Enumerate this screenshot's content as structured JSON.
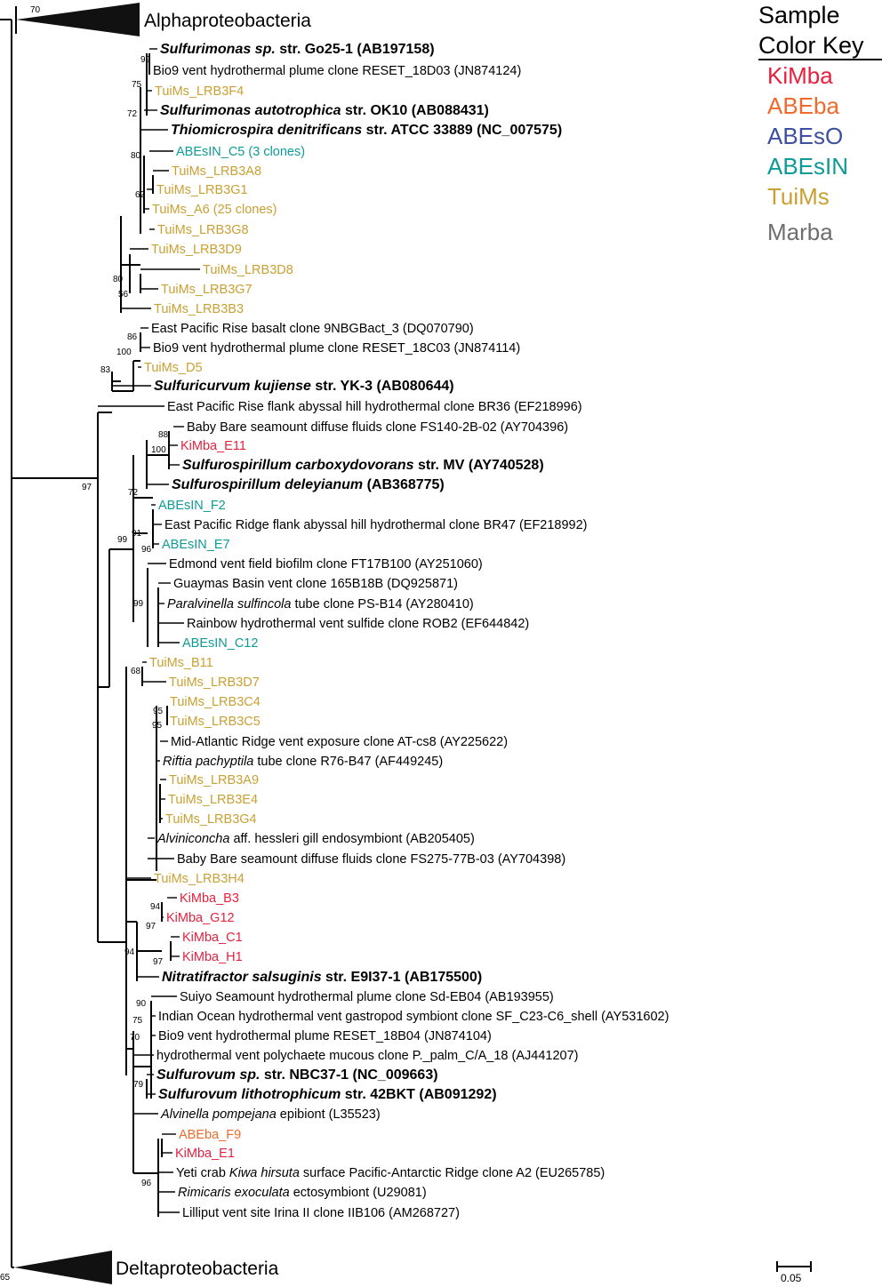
{
  "colors": {
    "KiMba": "#e8203e",
    "ABEba": "#f26a2b",
    "ABEsO": "#3d4fa1",
    "ABEsIN": "#0e9a96",
    "TuiMs": "#c9a033",
    "Marba": "#6e6e6e",
    "ref": "#000000"
  },
  "key": {
    "title_line1": "Sample",
    "title_line2": "Color Key",
    "items": [
      "KiMba",
      "ABEba",
      "ABEsO",
      "ABEsIN",
      "TuiMs",
      "Marba"
    ]
  },
  "scale": {
    "label": "0.05"
  },
  "groups": {
    "alpha": "Alphaproteobacteria",
    "delta": "Deltaproteobacteria"
  },
  "support": {
    "b70": "70",
    "b65": "65",
    "b97": "97",
    "b99a": "99",
    "b75": "75",
    "b72a": "72",
    "b80a": "80",
    "b62": "62",
    "b80b": "80",
    "b56": "56",
    "b86": "86",
    "b100a": "100",
    "b83": "83",
    "b88": "88",
    "b100b": "100",
    "b72b": "72",
    "b99b": "99",
    "b91": "91",
    "b96a": "96",
    "b99c": "99",
    "b68": "68",
    "b95a": "95",
    "b95b": "95",
    "b94a": "94",
    "b97b": "97",
    "b97c": "97",
    "b94b": "94",
    "b90": "90",
    "b75b": "75",
    "b70b": "70",
    "b79": "79",
    "b96b": "96"
  },
  "taxa": [
    {
      "id": "t1",
      "cat": "ref",
      "bold": true,
      "parts": [
        {
          "t": "Sulfurimonas sp.",
          "i": true
        },
        {
          "t": " str. Go25-1 (AB197158)"
        }
      ]
    },
    {
      "id": "t2",
      "cat": "ref",
      "parts": [
        {
          "t": "Bio9 vent hydrothermal plume clone RESET_18D03 (JN874124)"
        }
      ]
    },
    {
      "id": "t3",
      "cat": "TuiMs",
      "parts": [
        {
          "t": "TuiMs_LRB3F4"
        }
      ]
    },
    {
      "id": "t4",
      "cat": "ref",
      "bold": true,
      "parts": [
        {
          "t": "Sulfurimonas autotrophica",
          "i": true
        },
        {
          "t": " str. OK10 (AB088431)"
        }
      ]
    },
    {
      "id": "t5",
      "cat": "ref",
      "bold": true,
      "parts": [
        {
          "t": "Thiomicrospira denitrificans",
          "i": true
        },
        {
          "t": " str. ATCC 33889 (NC_007575)"
        }
      ]
    },
    {
      "id": "t6",
      "cat": "ABEsIN",
      "parts": [
        {
          "t": "ABEsIN_C5 (3 clones)"
        }
      ]
    },
    {
      "id": "t7",
      "cat": "TuiMs",
      "parts": [
        {
          "t": "TuiMs_LRB3A8"
        }
      ]
    },
    {
      "id": "t8",
      "cat": "TuiMs",
      "parts": [
        {
          "t": "TuiMs_LRB3G1"
        }
      ]
    },
    {
      "id": "t9",
      "cat": "TuiMs",
      "parts": [
        {
          "t": "TuiMs_A6 (25 clones)"
        }
      ]
    },
    {
      "id": "t10",
      "cat": "TuiMs",
      "parts": [
        {
          "t": "TuiMs_LRB3G8"
        }
      ]
    },
    {
      "id": "t11",
      "cat": "TuiMs",
      "parts": [
        {
          "t": "TuiMs_LRB3D9"
        }
      ]
    },
    {
      "id": "t12",
      "cat": "TuiMs",
      "parts": [
        {
          "t": "TuiMs_LRB3D8"
        }
      ]
    },
    {
      "id": "t13",
      "cat": "TuiMs",
      "parts": [
        {
          "t": "TuiMs_LRB3G7"
        }
      ]
    },
    {
      "id": "t14",
      "cat": "TuiMs",
      "parts": [
        {
          "t": "TuiMs_LRB3B3"
        }
      ]
    },
    {
      "id": "t15",
      "cat": "ref",
      "parts": [
        {
          "t": "East Pacific Rise basalt clone 9NBGBact_3 (DQ070790)"
        }
      ]
    },
    {
      "id": "t16",
      "cat": "ref",
      "parts": [
        {
          "t": "Bio9 vent hydrothermal plume clone RESET_18C03 (JN874114)"
        }
      ]
    },
    {
      "id": "t17",
      "cat": "TuiMs",
      "parts": [
        {
          "t": "TuiMs_D5"
        }
      ]
    },
    {
      "id": "t18",
      "cat": "ref",
      "bold": true,
      "parts": [
        {
          "t": "Sulfuricurvum kujiense",
          "i": true
        },
        {
          "t": " str. YK-3 (AB080644)"
        }
      ]
    },
    {
      "id": "t19",
      "cat": "ref",
      "parts": [
        {
          "t": "East Pacific Rise flank abyssal hill hydrothermal clone BR36 (EF218996)"
        }
      ]
    },
    {
      "id": "t20",
      "cat": "ref",
      "parts": [
        {
          "t": "Baby Bare seamount diffuse fluids clone FS140-2B-02 (AY704396)"
        }
      ]
    },
    {
      "id": "t21",
      "cat": "KiMba",
      "parts": [
        {
          "t": "KiMba_E11"
        }
      ]
    },
    {
      "id": "t22",
      "cat": "ref",
      "bold": true,
      "parts": [
        {
          "t": "Sulfurospirillum carboxydovorans",
          "i": true
        },
        {
          "t": " str. MV (AY740528)"
        }
      ]
    },
    {
      "id": "t23",
      "cat": "ref",
      "bold": true,
      "parts": [
        {
          "t": "Sulfurospirillum deleyianum",
          "i": true
        },
        {
          "t": " (AB368775)"
        }
      ]
    },
    {
      "id": "t24",
      "cat": "ABEsIN",
      "parts": [
        {
          "t": "ABEsIN_F2"
        }
      ]
    },
    {
      "id": "t25",
      "cat": "ref",
      "parts": [
        {
          "t": "East Pacific Ridge flank abyssal hill hydrothermal clone BR47 (EF218992)"
        }
      ]
    },
    {
      "id": "t26",
      "cat": "ABEsIN",
      "parts": [
        {
          "t": "ABEsIN_E7"
        }
      ]
    },
    {
      "id": "t27",
      "cat": "ref",
      "parts": [
        {
          "t": "Edmond vent field biofilm clone FT17B100 (AY251060)"
        }
      ]
    },
    {
      "id": "t28",
      "cat": "ref",
      "parts": [
        {
          "t": "Guaymas Basin vent clone 165B18B (DQ925871)"
        }
      ]
    },
    {
      "id": "t29",
      "cat": "ref",
      "parts": [
        {
          "t": "Paralvinella sulfincola",
          "i": true
        },
        {
          "t": " tube clone PS-B14 (AY280410)"
        }
      ]
    },
    {
      "id": "t30",
      "cat": "ref",
      "parts": [
        {
          "t": "Rainbow hydrothermal vent sulfide clone ROB2 (EF644842)"
        }
      ]
    },
    {
      "id": "t31",
      "cat": "ABEsIN",
      "parts": [
        {
          "t": "ABEsIN_C12"
        }
      ]
    },
    {
      "id": "t32",
      "cat": "TuiMs",
      "parts": [
        {
          "t": "TuiMs_B11"
        }
      ]
    },
    {
      "id": "t33",
      "cat": "TuiMs",
      "parts": [
        {
          "t": "TuiMs_LRB3D7"
        }
      ]
    },
    {
      "id": "t34",
      "cat": "TuiMs",
      "parts": [
        {
          "t": "TuiMs_LRB3C4"
        }
      ]
    },
    {
      "id": "t35",
      "cat": "TuiMs",
      "parts": [
        {
          "t": "TuiMs_LRB3C5"
        }
      ]
    },
    {
      "id": "t36",
      "cat": "ref",
      "parts": [
        {
          "t": "Mid-Atlantic Ridge vent  exposure clone AT-cs8 (AY225622)"
        }
      ]
    },
    {
      "id": "t37",
      "cat": "ref",
      "parts": [
        {
          "t": "Riftia pachyptila",
          "i": true
        },
        {
          "t": " tube clone R76-B47 (AF449245)"
        }
      ]
    },
    {
      "id": "t38",
      "cat": "TuiMs",
      "parts": [
        {
          "t": "TuiMs_LRB3A9"
        }
      ]
    },
    {
      "id": "t39",
      "cat": "TuiMs",
      "parts": [
        {
          "t": "TuiMs_LRB3E4"
        }
      ]
    },
    {
      "id": "t40",
      "cat": "TuiMs",
      "parts": [
        {
          "t": "TuiMs_LRB3G4"
        }
      ]
    },
    {
      "id": "t41",
      "cat": "ref",
      "parts": [
        {
          "t": "Alviniconcha",
          "i": true
        },
        {
          "t": " aff. hessleri gill endosymbiont (AB205405)"
        }
      ]
    },
    {
      "id": "t42",
      "cat": "ref",
      "parts": [
        {
          "t": "Baby Bare seamount diffuse fluids clone FS275-77B-03 (AY704398)"
        }
      ]
    },
    {
      "id": "t43",
      "cat": "TuiMs",
      "parts": [
        {
          "t": "TuiMs_LRB3H4"
        }
      ]
    },
    {
      "id": "t44",
      "cat": "KiMba",
      "parts": [
        {
          "t": "KiMba_B3"
        }
      ]
    },
    {
      "id": "t45",
      "cat": "KiMba",
      "parts": [
        {
          "t": "KiMba_G12"
        }
      ]
    },
    {
      "id": "t46",
      "cat": "KiMba",
      "parts": [
        {
          "t": "KiMba_C1"
        }
      ]
    },
    {
      "id": "t47",
      "cat": "KiMba",
      "parts": [
        {
          "t": "KiMba_H1"
        }
      ]
    },
    {
      "id": "t48",
      "cat": "ref",
      "bold": true,
      "parts": [
        {
          "t": "Nitratifractor salsuginis",
          "i": true
        },
        {
          "t": " str. E9I37-1 (AB175500)"
        }
      ]
    },
    {
      "id": "t49",
      "cat": "ref",
      "parts": [
        {
          "t": "Suiyo Seamount hydrothermal plume clone Sd-EB04 (AB193955)"
        }
      ]
    },
    {
      "id": "t50",
      "cat": "ref",
      "parts": [
        {
          "t": "Indian Ocean hydrothermal vent gastropod symbiont clone SF_C23-C6_shell (AY531602)"
        }
      ]
    },
    {
      "id": "t51",
      "cat": "ref",
      "parts": [
        {
          "t": "Bio9 vent hydrothermal plume RESET_18B04 (JN874104)"
        }
      ]
    },
    {
      "id": "t52",
      "cat": "ref",
      "parts": [
        {
          "t": "hydrothermal vent polychaete mucous clone P._palm_C/A_18 (AJ441207)"
        }
      ]
    },
    {
      "id": "t53",
      "cat": "ref",
      "bold": true,
      "parts": [
        {
          "t": "Sulfurovum sp.",
          "i": true
        },
        {
          "t": " str. NBC37-1 (NC_009663)"
        }
      ]
    },
    {
      "id": "t54",
      "cat": "ref",
      "bold": true,
      "parts": [
        {
          "t": "Sulfurovum lithotrophicum",
          "i": true
        },
        {
          "t": " str. 42BKT (AB091292)"
        }
      ]
    },
    {
      "id": "t55",
      "cat": "ref",
      "parts": [
        {
          "t": "Alvinella pompejana",
          "i": true
        },
        {
          "t": " epibiont (L35523)"
        }
      ]
    },
    {
      "id": "t56",
      "cat": "ABEba",
      "parts": [
        {
          "t": "ABEba_F9"
        }
      ]
    },
    {
      "id": "t57",
      "cat": "KiMba",
      "parts": [
        {
          "t": "KiMba_E1"
        }
      ]
    },
    {
      "id": "t58",
      "cat": "ref",
      "parts": [
        {
          "t": "Yeti crab "
        },
        {
          "t": "Kiwa hirsuta",
          "i": true
        },
        {
          "t": " surface Pacific-Antarctic Ridge clone A2 (EU265785)"
        }
      ]
    },
    {
      "id": "t59",
      "cat": "ref",
      "parts": [
        {
          "t": "Rimicaris exoculata",
          "i": true
        },
        {
          "t": " ectosymbiont (U29081)"
        }
      ]
    },
    {
      "id": "t60",
      "cat": "ref",
      "parts": [
        {
          "t": "Lilliput vent site Irina II clone IIB106 (AM268727)"
        }
      ]
    }
  ]
}
